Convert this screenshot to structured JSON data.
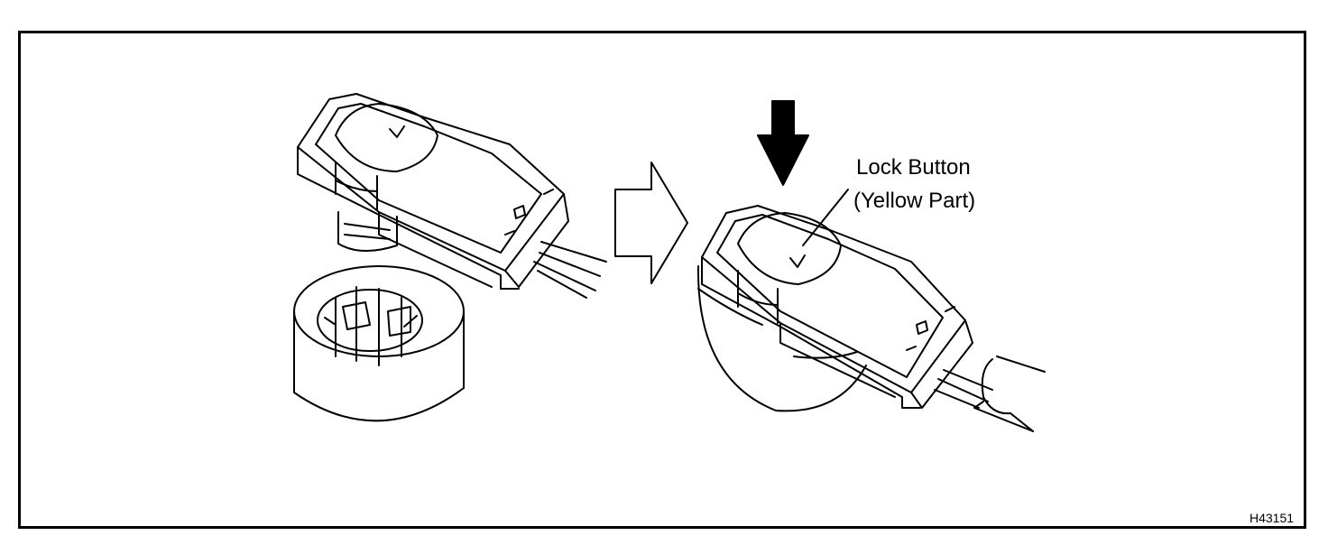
{
  "callout": {
    "line1": "Lock Button",
    "line2": "(Yellow Part)"
  },
  "figure_code": "H43151",
  "figures": {
    "left": "connector-above-sensor",
    "right": "connector-installed-on-sensor"
  },
  "colors": {
    "ink": "#000000",
    "paper": "#ffffff"
  }
}
